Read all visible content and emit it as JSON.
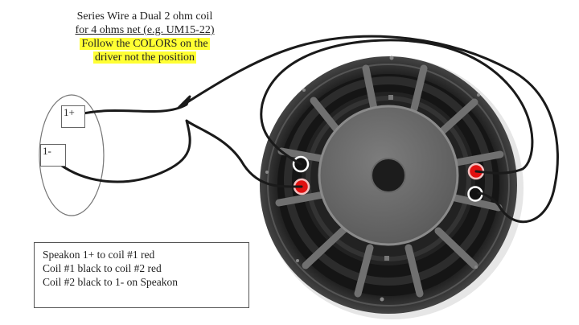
{
  "title": {
    "line1": "Series Wire a Dual 2 ohm coil",
    "line2": "for 4 ohms net (e.g. UM15-22)",
    "highlight_line1": "Follow the COLORS on the",
    "highlight_line2": "driver not the position"
  },
  "speakon": {
    "terminal_plus": "1+",
    "terminal_minus": "1-"
  },
  "instructions": [
    "Speakon 1+ to coil #1 red",
    "Coil #1 black to coil #2 red",
    "Coil #2 black to 1- on Speakon"
  ],
  "driver": {
    "coil1_terminals": [
      "black",
      "red"
    ],
    "coil2_terminals": [
      "red",
      "black"
    ]
  },
  "colors": {
    "highlight": "#ffff33",
    "terminal_red": "#e01010",
    "terminal_black": "#111111",
    "wire": "#1a1a1a",
    "frame": "#2a2a2a",
    "magnet": "#6e6e6e"
  }
}
